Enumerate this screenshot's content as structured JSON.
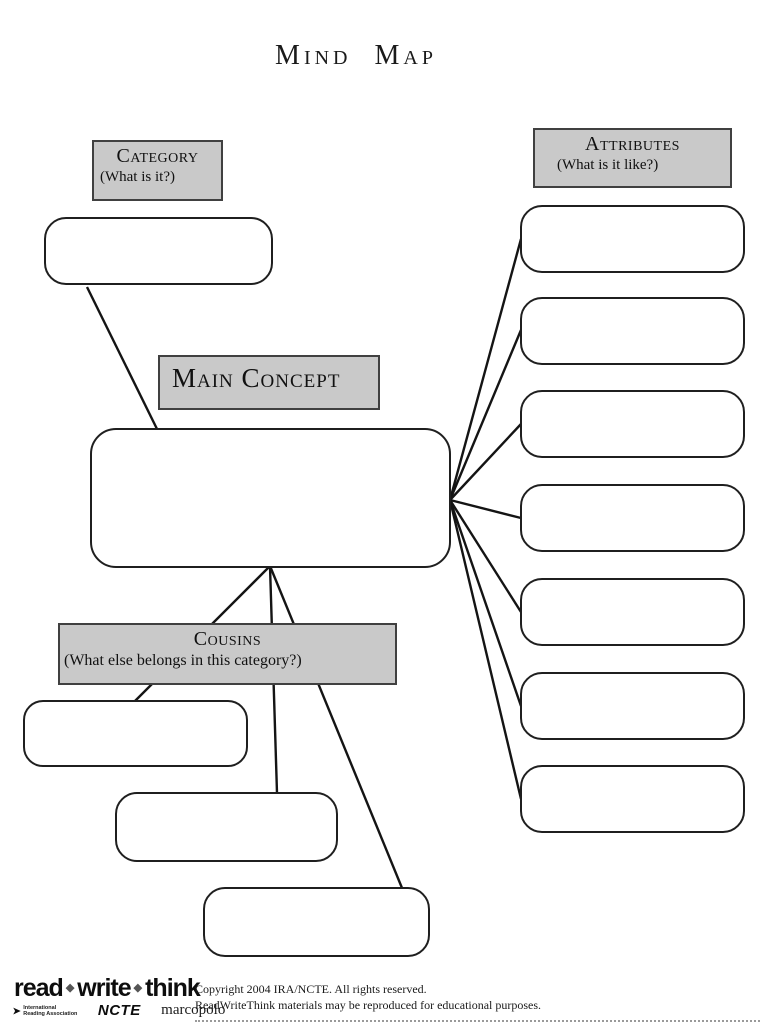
{
  "title": "Mind Map",
  "labels": {
    "category": {
      "title": "Category",
      "question": "(What is it?)"
    },
    "attributes": {
      "title": "Attributes",
      "question": "(What is it like?)"
    },
    "main_concept": {
      "title": "Main Concept"
    },
    "cousins": {
      "title": "Cousins",
      "question": "(What else belongs in this category?)"
    }
  },
  "boxes": {
    "category_value": "",
    "main_concept_value": "",
    "attribute_values": [
      "",
      "",
      "",
      "",
      "",
      "",
      ""
    ],
    "cousin_values": [
      "",
      "",
      ""
    ]
  },
  "colors": {
    "page_background": "#ffffff",
    "label_background": "#c9c9c9",
    "label_border": "#404040",
    "box_border": "#1f1f1f",
    "connector_line": "#141414"
  },
  "footer": {
    "logo": {
      "word1": "read",
      "word2": "write",
      "word3": "think",
      "separator": "◆"
    },
    "partners": {
      "arrow_glyph": "➤",
      "ira_line1": "International",
      "ira_line2": "Reading Association",
      "ncte": "NCTE",
      "marcopolo": "marcopolo"
    },
    "copyright_line1": "Copyright 2004 IRA/NCTE. All rights reserved.",
    "copyright_line2": "ReadWriteThink materials may be reproduced for educational purposes."
  }
}
